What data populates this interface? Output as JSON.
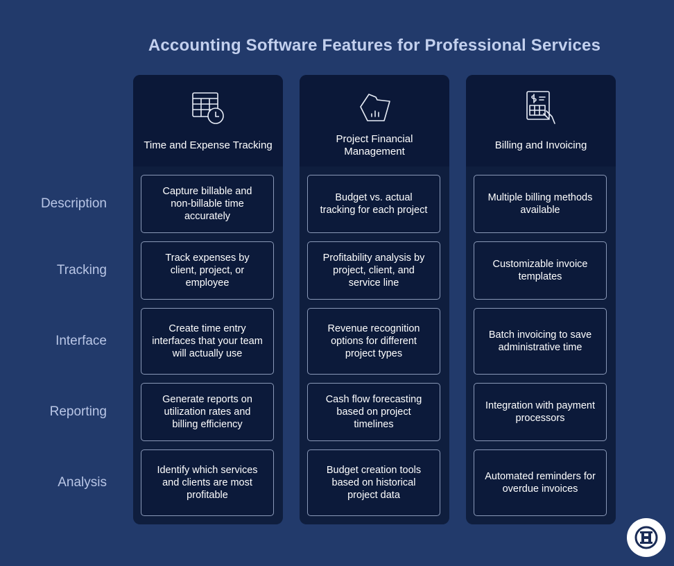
{
  "title": "Accounting Software Features for Professional Services",
  "rows": [
    "Description",
    "Tracking",
    "Interface",
    "Reporting",
    "Analysis"
  ],
  "columns": [
    {
      "name": "Time and Expense Tracking",
      "icon": "timesheet-clock-icon",
      "cells": [
        "Capture billable and non-billable time accurately",
        "Track expenses by client, project, or employee",
        "Create time entry interfaces that your team will actually use",
        "Generate reports on utilization rates and billing efficiency",
        "Identify which services and clients are most profitable"
      ]
    },
    {
      "name": "Project Financial Management",
      "icon": "folder-chart-icon",
      "cells": [
        "Budget vs. actual tracking for each project",
        "Profitability analysis by project, client, and service line",
        "Revenue recognition options for different project types",
        "Cash flow forecasting based on project timelines",
        "Budget creation tools based on historical project data"
      ]
    },
    {
      "name": "Billing and Invoicing",
      "icon": "invoice-hand-icon",
      "cells": [
        "Multiple billing methods available",
        "Customizable invoice templates",
        "Batch invoicing to save administrative time",
        "Integration with payment processors",
        "Automated reminders for overdue invoices"
      ]
    }
  ],
  "colors": {
    "background": "#223a6b",
    "column": "#0f1e3e",
    "cell_border": "#8a99b8",
    "title": "#c3d0ee"
  }
}
